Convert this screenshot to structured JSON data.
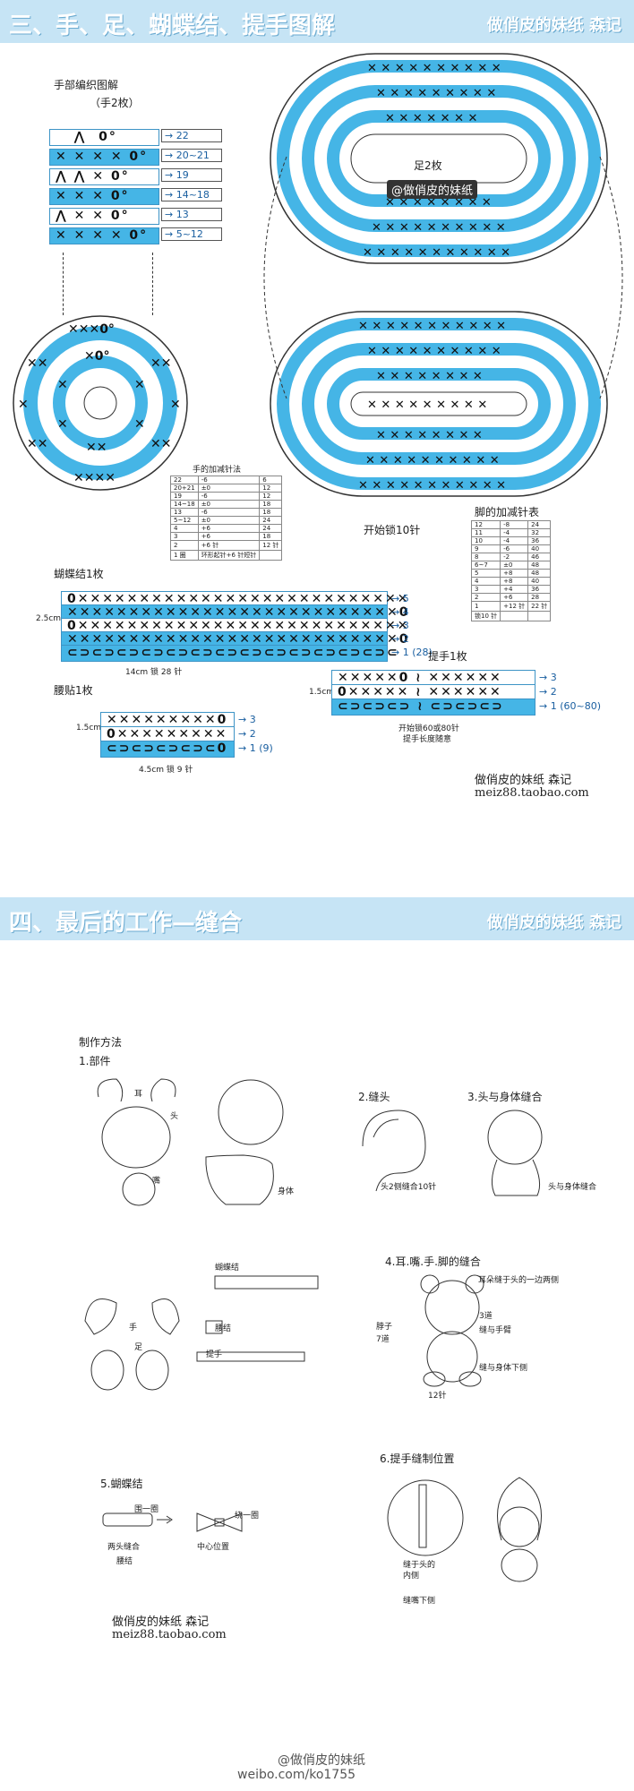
{
  "section3": {
    "title": "三、手、足、蝴蝶结、提手图解",
    "brand": "做俏皮的妹纸 森记"
  },
  "hand": {
    "title": "手部编织图解",
    "count": "（手2枚）",
    "rows": [
      "22",
      "20~21",
      "19",
      "14~18",
      "13",
      "5~12"
    ],
    "table_title": "手的加减针法",
    "table": [
      [
        "22",
        "-6",
        "6"
      ],
      [
        "20+21",
        "±0",
        "12"
      ],
      [
        "19",
        "-6",
        "12"
      ],
      [
        "14~18",
        "±0",
        "18"
      ],
      [
        "13",
        "-6",
        "18"
      ],
      [
        "5~12",
        "±0",
        "24"
      ],
      [
        "4",
        "+6",
        "24"
      ],
      [
        "3",
        "+6",
        "18"
      ],
      [
        "2",
        "+6 针",
        "12 针"
      ],
      [
        "1 圈",
        "环形起针+6 针短针",
        ""
      ]
    ]
  },
  "foot": {
    "title": "足2枚",
    "watermark": "@做俏皮的妹纸",
    "start": "开始锁10针",
    "table_title": "脚的加减针表",
    "table": [
      [
        "12",
        "-8",
        "24"
      ],
      [
        "11",
        "-4",
        "32"
      ],
      [
        "10",
        "-4",
        "36"
      ],
      [
        "9",
        "-6",
        "40"
      ],
      [
        "8",
        "-2",
        "46"
      ],
      [
        "6~7",
        "±0",
        "48"
      ],
      [
        "5",
        "+8",
        "48"
      ],
      [
        "4",
        "+8",
        "40"
      ],
      [
        "3",
        "+4",
        "36"
      ],
      [
        "2",
        "+6",
        "28"
      ],
      [
        "1",
        "+12 针",
        "22 针"
      ],
      [
        "锁10 针",
        "",
        ""
      ]
    ]
  },
  "bow": {
    "title": "蝴蝶结1枚",
    "height": "2.5cm",
    "rows": [
      "5",
      "4",
      "3",
      "2",
      "1 (28)"
    ],
    "bottom": "14cm   锁 28 针"
  },
  "waist": {
    "title": "腰贴1枚",
    "height": "1.5cm",
    "rows": [
      "3",
      "2",
      "1 (9)"
    ],
    "bottom": "4.5cm   锁 9 针"
  },
  "handle": {
    "title": "提手1枚",
    "height": "1.5cm",
    "rows": [
      "3",
      "2",
      "1 (60~80)"
    ],
    "bottom1": "开始锁60或80针",
    "bottom2": "提手长度随意"
  },
  "shop1": {
    "name": "做俏皮的妹纸 森记",
    "url": "meiz88.taobao.com"
  },
  "section4": {
    "title": "四、最后的工作—缝合",
    "brand": "做俏皮的妹纸 森记"
  },
  "method": {
    "title": "制作方法",
    "step1": "1.部件",
    "ear": "耳",
    "head": "头",
    "mouth": "嘴",
    "body": "身体",
    "hand": "手",
    "foot": "足",
    "bow": "蝴蝶结",
    "waist": "腰结",
    "handle": "提手",
    "step2": "2.缝头",
    "step2_note": "头2侧缝合10针",
    "step3": "3.头与身体缝合",
    "step3_note": "头与身体缝合",
    "step4": "4.耳.嘴.手.脚的缝合",
    "step4_notes": [
      "耳朵缝于头的一边两侧",
      "脖子",
      "3道",
      "7道",
      "缝与手臂",
      "缝与身体下侧",
      "12针"
    ],
    "step5": "5.蝴蝶结",
    "step5_notes": [
      "围一圈",
      "绕一圈",
      "两头缝合",
      "腰结",
      "中心位置"
    ],
    "step6": "6.提手缝制位置",
    "step6_notes": [
      "缝于头的",
      "内侧",
      "缝嘴下侧"
    ]
  },
  "shop2": {
    "name": "做俏皮的妹纸 森记",
    "url": "meiz88.taobao.com"
  },
  "weibo": {
    "handle": "@做俏皮的妹纸",
    "url": "weibo.com/ko1755"
  },
  "colors": {
    "header_bg": "#c6e4f5",
    "pattern_blue": "#45b5e6",
    "arrow_text": "#1a5fa0"
  }
}
